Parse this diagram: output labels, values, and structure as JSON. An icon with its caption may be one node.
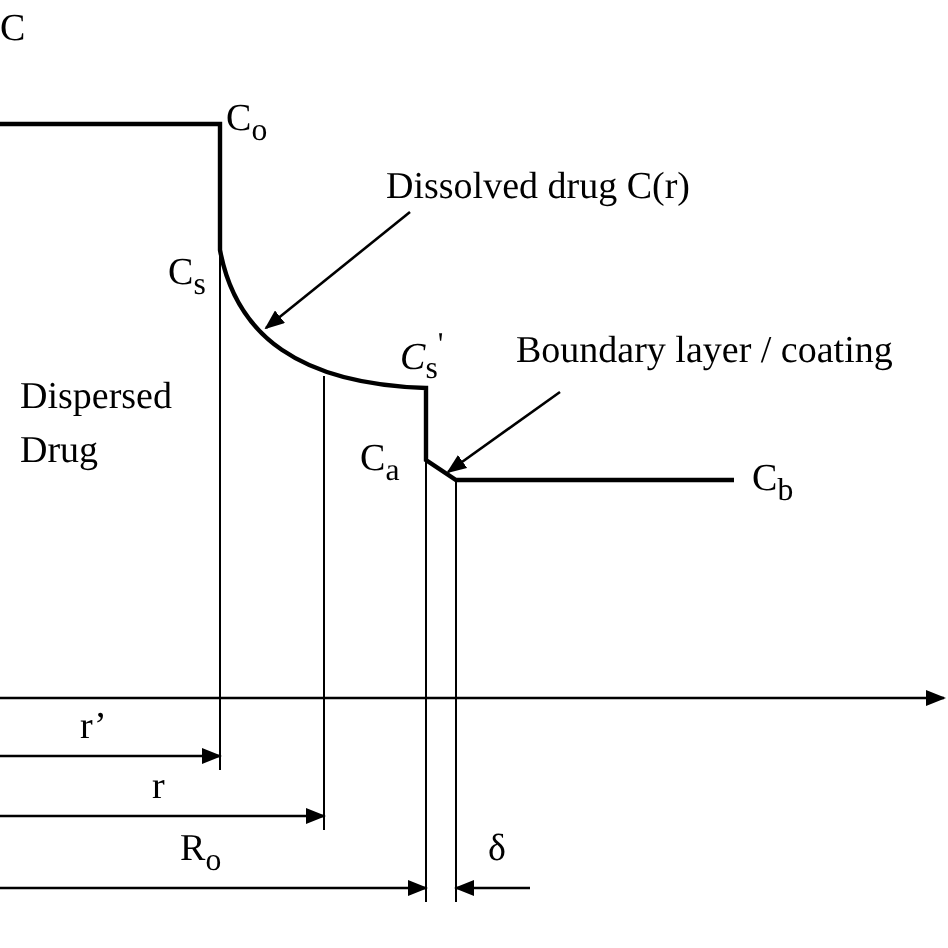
{
  "diagram": {
    "nodes": [
      {
        "text": [
          "Dissolved drug C(r)"
        ]
      },
      {
        "text": [
          "Boundary layer / coating"
        ]
      }
    ],
    "edges": [
      {
        "from": 0,
        "to": null,
        "arrow": "to"
      },
      {
        "from": 1,
        "to": null,
        "arrow": "to"
      }
    ],
    "labels": [
      "C",
      "C$_{o}$",
      "C$_{s}$",
      "*C*$_{s}$$^{'}$",
      "Dispersed Drug",
      "C$_{a}$",
      "C$_{b}$",
      "r’",
      "r",
      "R$_{o}$",
      "δ"
    ]
  }
}
